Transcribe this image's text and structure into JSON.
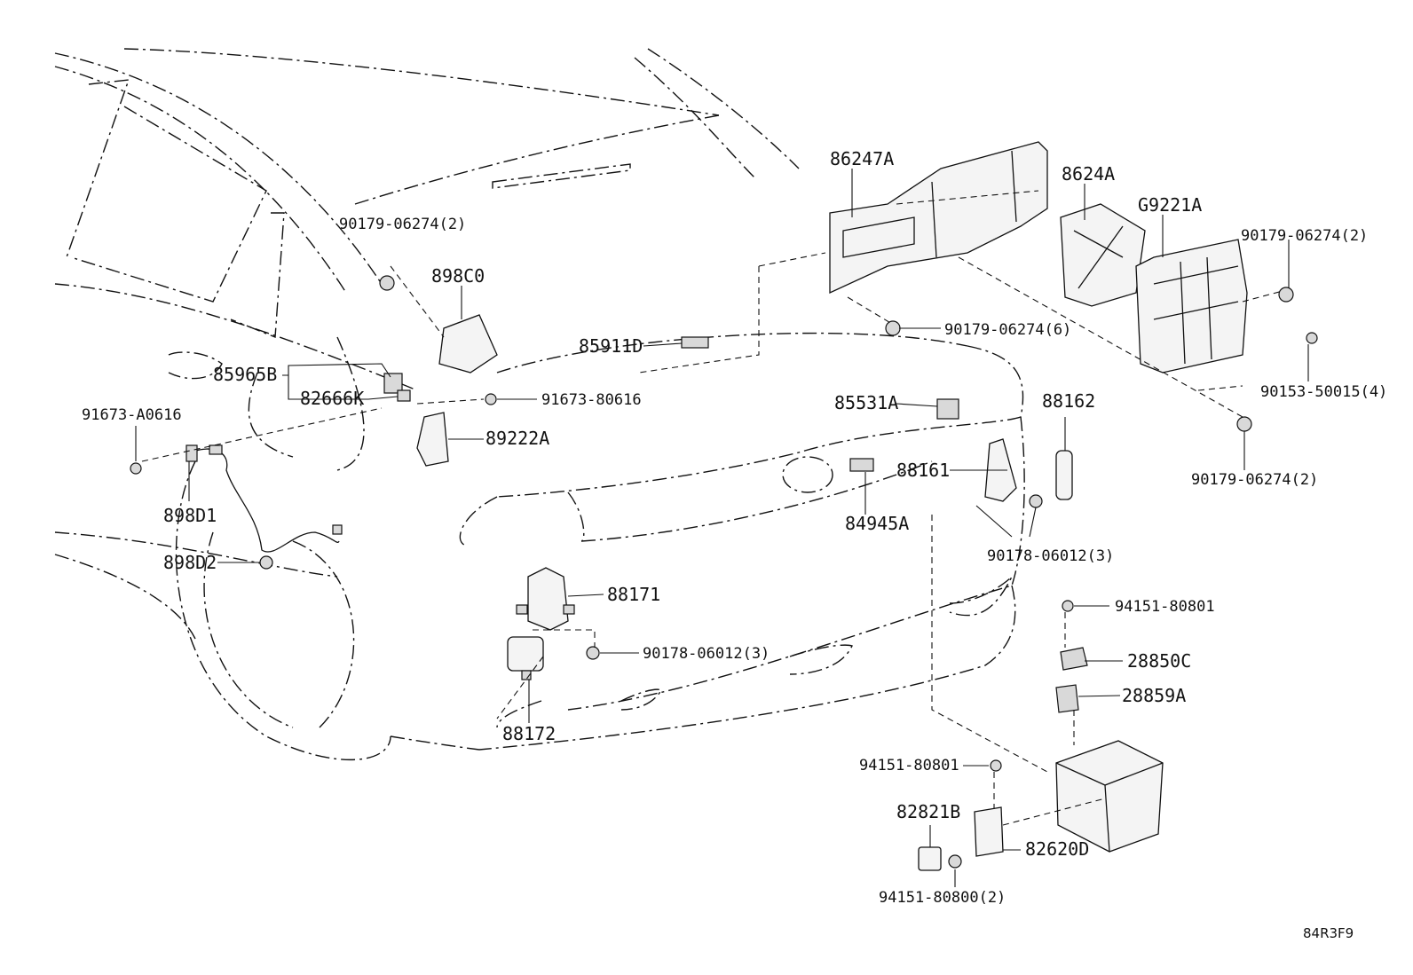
{
  "diagram_code": "84R3F9",
  "parts": {
    "p86247A": "86247A",
    "p8624A": "8624A",
    "pG9221A": "G9221A",
    "p90179_06274_2_top": "90179-06274(2)",
    "p90179_06274_2_left": "90179-06274(2)",
    "p898C0": "898C0",
    "p85911D": "85911D",
    "p90179_06274_6": "90179-06274(6)",
    "p90153_50015_4": "90153-50015(4)",
    "p90179_06274_2_bottom": "90179-06274(2)",
    "p85965B": "85965B",
    "p82666K": "82666K",
    "p91673_80616": "91673-80616",
    "p91673_A0616": "91673-A0616",
    "p89222A": "89222A",
    "p85531A": "85531A",
    "p88162": "88162",
    "p88161": "88161",
    "p84945A": "84945A",
    "p898D1": "898D1",
    "p898D2": "898D2",
    "p90178_06012_3_right": "90178-06012(3)",
    "p88171": "88171",
    "p94151_80801_top": "94151-80801",
    "p90178_06012_3_left": "90178-06012(3)",
    "p28850C": "28850C",
    "p28859A": "28859A",
    "p88172": "88172",
    "p94151_80801_mid": "94151-80801",
    "p82821B": "82821B",
    "p82620D": "82620D",
    "p94151_80800_2": "94151-80800(2)"
  }
}
